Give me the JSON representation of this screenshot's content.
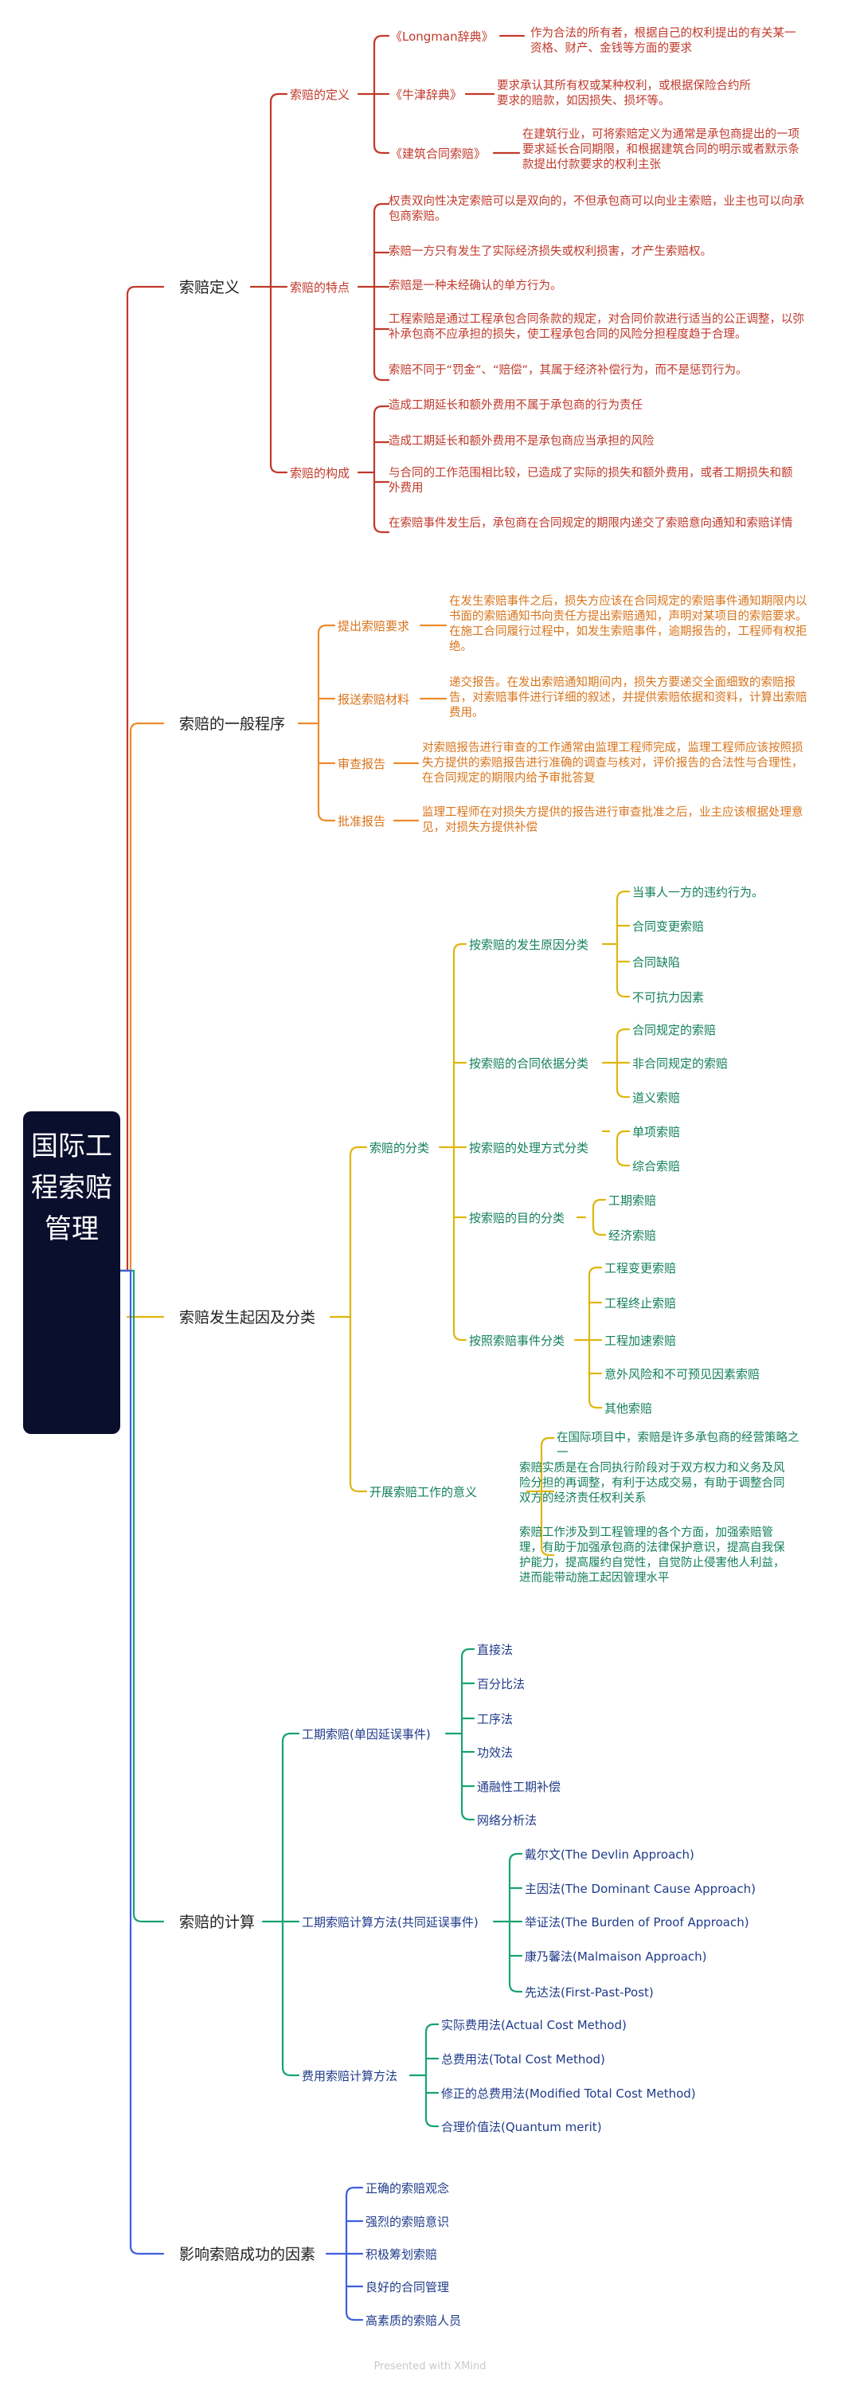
{
  "root": {
    "title": "国际工程索赔管理"
  },
  "colors": {
    "red": "#c0392b",
    "orange": "#ee8a2c",
    "yellow": "#dfb60e",
    "green": "#18a372",
    "blue": "#3f5fe0"
  },
  "branches": {
    "definition": {
      "label": "索赔定义",
      "def": {
        "label": "索赔的定义",
        "items": [
          {
            "src": "《Longman辞典》",
            "text": "作为合法的所有者，根据自己的权利提出的有关某一资格、财产、金钱等方面的要求"
          },
          {
            "src": "《牛津辞典》",
            "text": "要求承认其所有权或某种权利，或根据保险合约所要求的赔款，如因损失、损坏等。"
          },
          {
            "src": "《建筑合同索赔》",
            "text": "在建筑行业，可将索赔定义为通常是承包商提出的一项要求延长合同期限，和根据建筑合同的明示或者默示条款提出付款要求的权利主张"
          }
        ]
      },
      "features": {
        "label": "索赔的特点",
        "items": [
          "权责双向性决定索赔可以是双向的，不但承包商可以向业主索赔，业主也可以向承包商索赔。",
          "索赔一方只有发生了实际经济损失或权利损害，才产生索赔权。",
          "索赔是一种未经确认的单方行为。",
          "工程索赔是通过工程承包合同条款的规定，对合同价款进行适当的公正调整，以弥补承包商不应承担的损失，使工程承包合同的风险分担程度趋于合理。",
          "索赔不同于“罚金”、“赔偿”，其属于经济补偿行为，而不是惩罚行为。"
        ]
      },
      "composition": {
        "label": "索赔的构成",
        "items": [
          "造成工期延长和额外费用不属于承包商的行为责任",
          "造成工期延长和额外费用不是承包商应当承担的风险",
          "与合同的工作范围相比较，已造成了实际的损失和额外费用，或者工期损失和额外费用",
          "在索赔事件发生后，承包商在合同规定的期限内递交了索赔意向通知和索赔详情"
        ]
      }
    },
    "procedure": {
      "label": "索赔的一般程序",
      "items": [
        {
          "label": "提出索赔要求",
          "text": "在发生索赔事件之后，损失方应该在合同规定的索赔事件通知期限内以书面的索赔通知书向责任方提出索赔通知，声明对某项目的索赔要求。在施工合同履行过程中，如发生索赔事件，逾期报告的，工程师有权拒绝。"
        },
        {
          "label": "报送索赔材料",
          "text": "递交报告。在发出索赔通知期间内，损失方要递交全面细致的索赔报告，对索赔事件进行详细的叙述，并提供索赔依据和资料，计算出索赔费用。"
        },
        {
          "label": "审查报告",
          "text": "对索赔报告进行审查的工作通常由监理工程师完成，监理工程师应该按照损失方提供的索赔报告进行准确的调查与核对，评价报告的合法性与合理性，在合同规定的期限内给予审批答复"
        },
        {
          "label": "批准报告",
          "text": "监理工程师在对损失方提供的报告进行审查批准之后，业主应该根据处理意见，对损失方提供补偿"
        }
      ]
    },
    "causes": {
      "label": "索赔发生起因及分类",
      "classification": {
        "label": "索赔的分类",
        "groups": [
          {
            "label": "按索赔的发生原因分类",
            "items": [
              "当事人一方的违约行为。",
              "合同变更索赔",
              "合同缺陷",
              "不可抗力因素"
            ]
          },
          {
            "label": "按索赔的合同依据分类",
            "items": [
              "合同规定的索赔",
              "非合同规定的索赔",
              "道义索赔"
            ]
          },
          {
            "label": "按索赔的处理方式分类",
            "items": [
              "单项索赔",
              "综合索赔"
            ]
          },
          {
            "label": "按索赔的目的分类",
            "items": [
              "工期索赔",
              "经济索赔"
            ]
          },
          {
            "label": "按照索赔事件分类",
            "items": [
              "工程变更索赔",
              "工程终止索赔",
              "工程加速索赔",
              "意外风险和不可预见因素索赔",
              "其他索赔"
            ]
          }
        ]
      },
      "significance": {
        "label": "开展索赔工作的意义",
        "items": [
          "在国际项目中，索赔是许多承包商的经营策略之一",
          "索赔实质是在合同执行阶段对于双方权力和义务及风险分担的再调整，有利于达成交易，有助于调整合同双方的经济责任权利关系",
          "索赔工作涉及到工程管理的各个方面，加强索赔管理，有助于加强承包商的法律保护意识，提高自我保护能力，提高履约自觉性，自觉防止侵害他人利益，进而能带动施工起因管理水平"
        ]
      }
    },
    "calculation": {
      "label": "索赔的计算",
      "groups": [
        {
          "label": "工期索赔(单因延误事件)",
          "items": [
            "直接法",
            "百分比法",
            "工序法",
            "功效法",
            "通融性工期补偿",
            "网络分析法"
          ]
        },
        {
          "label": "工期索赔计算方法(共同延误事件)",
          "items": [
            "戴尔文(The Devlin Approach)",
            "主因法(The Dominant Cause Approach)",
            "举证法(The Burden of Proof Approach)",
            "康乃馨法(Malmaison Approach)",
            "先达法(First-Past-Post)"
          ]
        },
        {
          "label": "费用索赔计算方法",
          "items": [
            "实际费用法(Actual Cost Method)",
            "总费用法(Total Cost Method)",
            "修正的总费用法(Modified Total Cost Method)",
            "合理价值法(Quantum merit)"
          ]
        }
      ]
    },
    "success": {
      "label": "影响索赔成功的因素",
      "items": [
        "正确的索赔观念",
        "强烈的索赔意识",
        "积极筹划索赔",
        "良好的合同管理",
        "高素质的索赔人员"
      ]
    }
  },
  "footer": "Presented with XMind"
}
